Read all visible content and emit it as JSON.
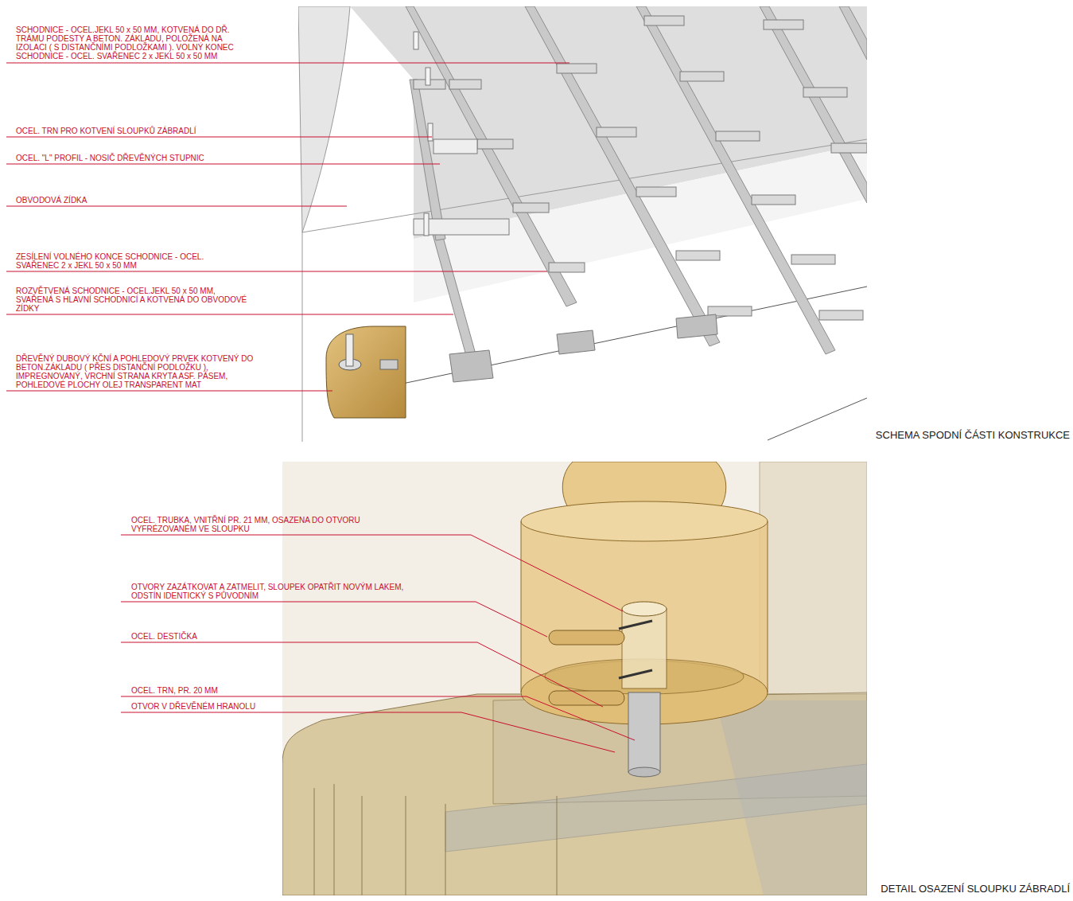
{
  "diagram": {
    "labels": [
      "SCHODNICE - OCEL.JEKL 50 x 50 MM, KOTVENÁ DO DŘ. TRÁMU PODESTY A BETON. ZÁKLADU, POLOŽENÁ NA IZOLACI ( S DISTANČNÍMI PODLOŽKAMI ). VOLNÝ KONEC SCHODNICE - OCEL. SVAŘENEC 2 x JEKL 50 x 50 MM",
      "OCEL. TRN PRO KOTVENÍ SLOUPKŮ ZÁBRADLÍ",
      "OCEL. \"L\" PROFIL - NOSIČ DŘEVĚNÝCH STUPNIC",
      "OBVODOVÁ ZÍDKA",
      "ZESÍLENÍ VOLNÉHO KONCE SCHODNICE - OCEL. SVAŘENEC 2 x JEKL 50 x 50 MM",
      "ROZVĚTVENÁ SCHODNICE - OCEL.JEKL 50 x 50 MM, SVAŘENÁ S HLAVNÍ SCHODNICÍ A KOTVENÁ DO OBVODOVÉ ZÍDKY",
      "DŘEVĚNÝ DUBOVÝ KČNÍ A POHLEDOVÝ PRVEK KOTVENÝ DO BETON.ZÁKLADU ( PŘES DISTANČNÍ PODLOŽKU ), IMPREGNOVANÝ, VRCHNÍ STRANA KRYTA ASF. PÁSEM, POHLEDOVÉ PLOCHY OLEJ TRANSPARENT MAT",
      "SCHEMA SPODNÍ ČÁSTI KONSTRUKCE",
      "OCEL. TRUBKA, VNITŘNÍ PR. 21 MM, OSAZENA DO OTVORU VYFRÉZOVANÉM VE SLOUPKU",
      "OTVORY ZAZÁTKOVAT A ZATMELIT, SLOUPEK OPATŘIT NOVÝM LAKEM, ODSTÍN IDENTICKÝ S PŮVODNÍM",
      "OCEL. DESTIČKA",
      "OCEL. TRN, PR. 20 MM",
      "OTVOR V DŘEVĚNÉM HRANOLU",
      "DETAIL OSAZENÍ SLOUPKU ZÁBRADLÍ"
    ]
  }
}
